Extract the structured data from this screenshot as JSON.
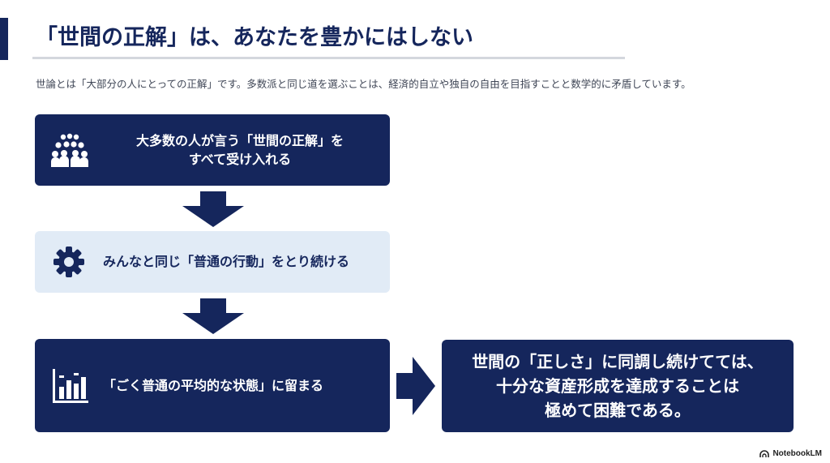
{
  "slide": {
    "title": "「世間の正解」は、あなたを豊かにはしない",
    "subtitle": "世論とは「大部分の人にとっての正解」です。多数派と同じ道を選ぶことは、経済的自立や独自の自由を目指すことと数学的に矛盾しています。"
  },
  "flow": {
    "step1": {
      "line1": "大多数の人が言う「世間の正解」を",
      "line2": "すべて受け入れる",
      "icon": "people-group-icon"
    },
    "step2": {
      "text": "みんなと同じ「普通の行動」をとり続ける",
      "icon": "gear-icon"
    },
    "step3": {
      "text": "「ごく普通の平均的な状態」に留まる",
      "icon": "bar-chart-icon"
    },
    "conclusion": {
      "line1": "世間の「正しさ」に同調し続けてては、",
      "line2": "十分な資産形成を達成することは",
      "line3": "極めて困難である。"
    }
  },
  "branding": {
    "label": "NotebookLM"
  },
  "colors": {
    "navy": "#15265c",
    "light_blue": "#e1ebf6",
    "rule_gray": "#d4d7dd"
  }
}
